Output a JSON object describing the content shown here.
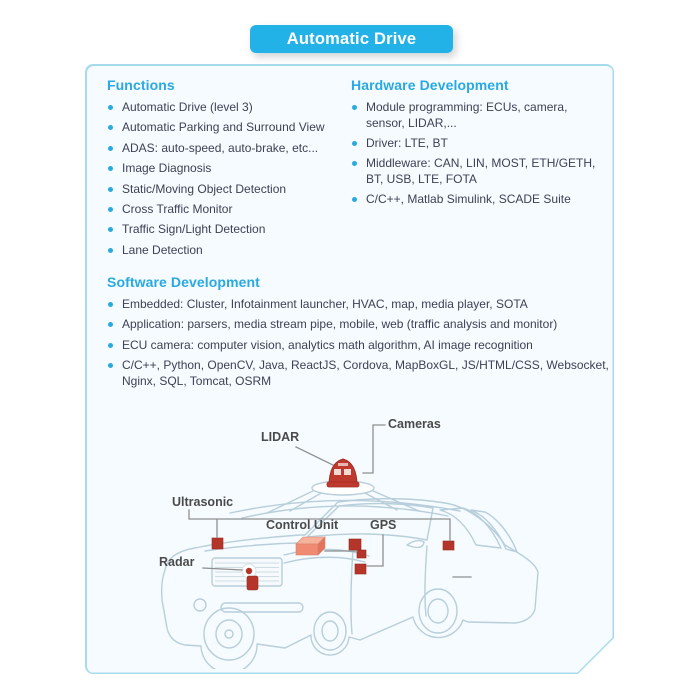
{
  "header": {
    "title": "Automatic Drive"
  },
  "sections": {
    "functions": {
      "title": "Functions",
      "items": [
        "Automatic Drive (level 3)",
        "Automatic Parking and Surround View",
        "ADAS: auto-speed, auto-brake, etc...",
        "Image Diagnosis",
        "Static/Moving Object Detection",
        "Cross Traffic Monitor",
        "Traffic Sign/Light Detection",
        "Lane Detection"
      ]
    },
    "hardware": {
      "title": "Hardware Development",
      "items": [
        "Module programming: ECUs, camera, sensor, LIDAR,...",
        "Driver: LTE, BT",
        "Middleware: CAN, LIN, MOST, ETH/GETH, BT, USB, LTE, FOTA",
        "C/C++, Matlab Simulink, SCADE Suite"
      ]
    },
    "software": {
      "title": "Software Development",
      "items": [
        "Embedded: Cluster, Infotainment launcher, HVAC, map, media player, SOTA",
        "Application: parsers, media stream pipe, mobile, web (traffic analysis and monitor)",
        "ECU camera: computer vision, analytics math algorithm, AI image recognition",
        "C/C++, Python, OpenCV, Java, ReactJS, Cordova, MapBoxGL, JS/HTML/CSS, Websocket, Nginx, SQL, Tomcat, OSRM"
      ]
    }
  },
  "diagram": {
    "labels": {
      "lidar": "LIDAR",
      "cameras": "Cameras",
      "ultrasonic": "Ultrasonic",
      "control_unit": "Control Unit",
      "gps": "GPS",
      "radar": "Radar"
    }
  },
  "colors": {
    "accent_blue": "#29abe2",
    "header_bg": "#22b2e8",
    "card_border": "#a6dbee",
    "card_bg": "#f5fbfe",
    "body_text": "#3e4155",
    "diagram_label": "#4a4a4a",
    "sensor_red": "#b6352a",
    "control_unit_salmon": "#f08a72",
    "car_line": "#b8cedb",
    "leader_line": "#8f8f8f"
  }
}
